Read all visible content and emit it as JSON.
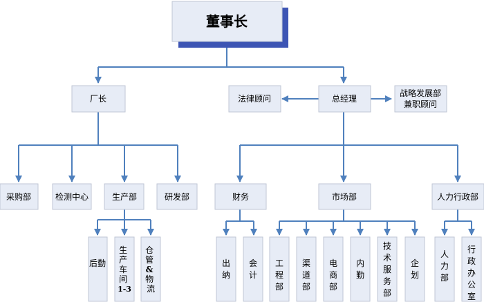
{
  "chairman": "董事长",
  "factory_director": "厂长",
  "legal_advisor": "法律顾问",
  "general_manager": "总经理",
  "strategy_advisor": [
    "战略发展部",
    "兼职顾问"
  ],
  "factory_departments": {
    "procurement": "采购部",
    "testing_center": "检测中心",
    "production": "生产部",
    "rnd": "研发部"
  },
  "production_units": {
    "logistics_support": "后勤",
    "workshops": [
      "生",
      "产",
      "车",
      "间",
      "1-3"
    ],
    "warehouse": [
      "仓",
      "管",
      "&",
      "物",
      "流"
    ]
  },
  "gm_departments": {
    "finance": "财务",
    "marketing": "市场部",
    "hr_admin": "人力行政部"
  },
  "finance_units": {
    "cashier": "出纳",
    "accounting": "会计"
  },
  "marketing_units": {
    "engineering": "工程部",
    "channels": "渠道部",
    "ecommerce": "电商部",
    "internal_affairs": "内勤",
    "technical_service": "技术服务部",
    "planning": "企划"
  },
  "hr_units": {
    "hr": "人力部",
    "admin_office": "行政办公室"
  }
}
